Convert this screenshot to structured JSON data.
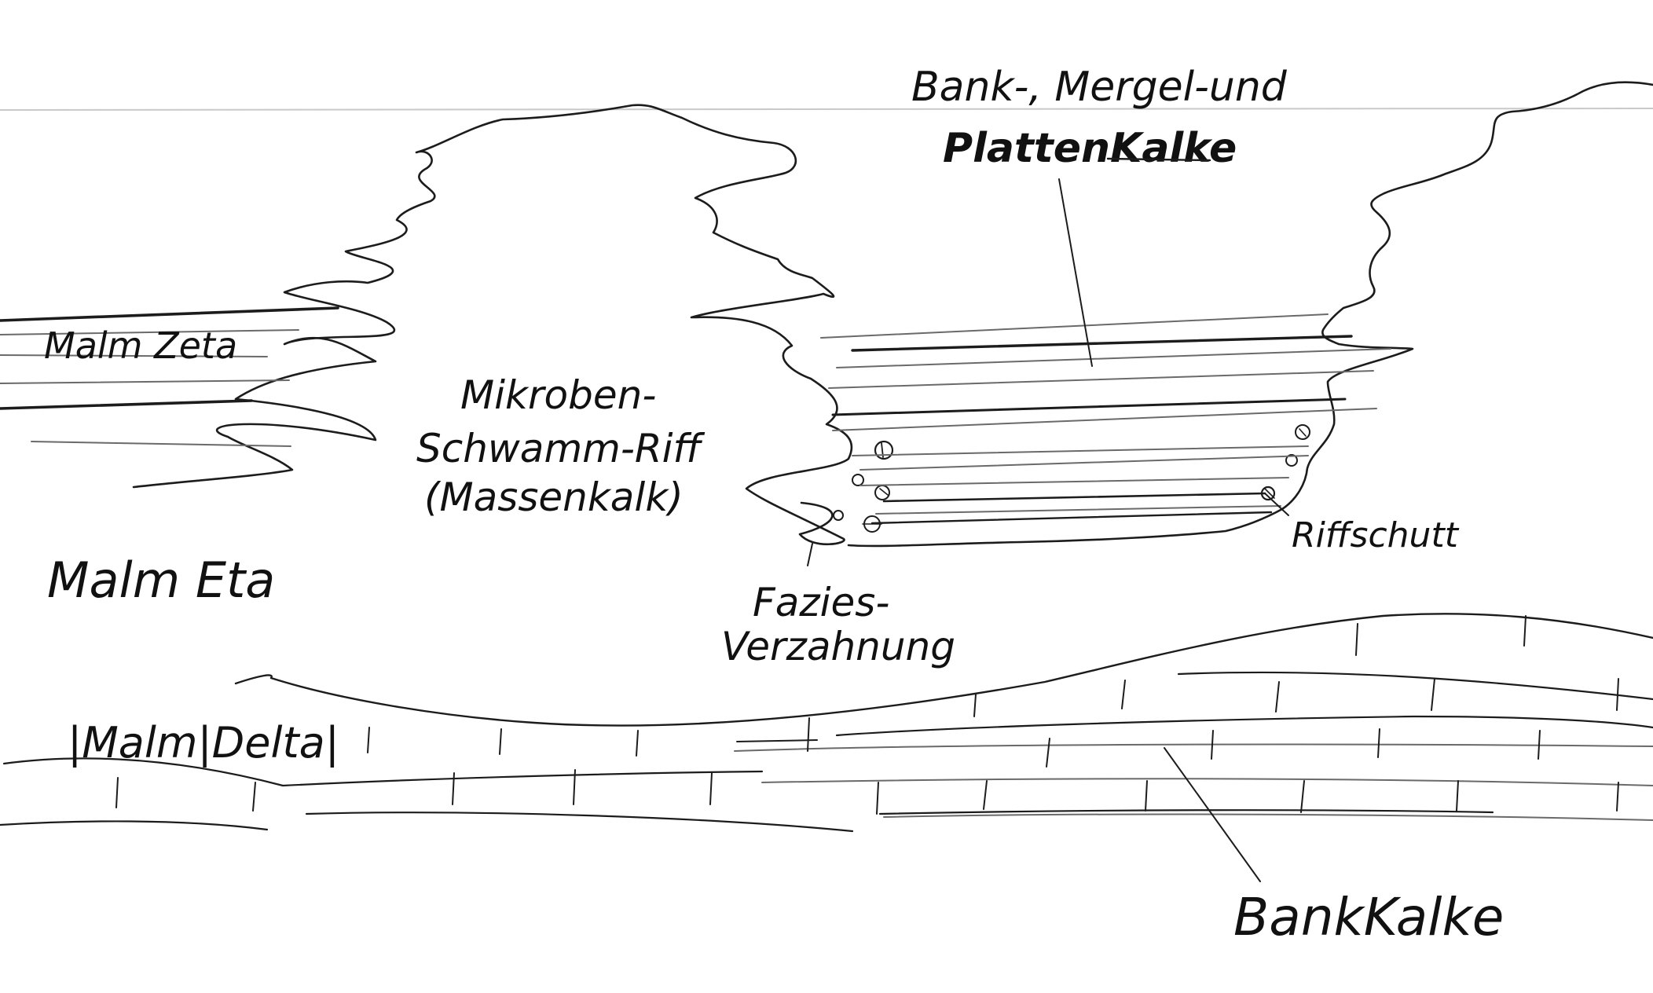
{
  "labels": {
    "bank_mergel": "Bank-, Mergel-und",
    "plattenkalke": "PlattenKalke",
    "malm_zeta": "Malm Zeta",
    "mikroben": "Mikroben-",
    "schwamm_riff": "Schwamm-Riff",
    "massenkalk": "(Massenkalk)",
    "riffschutt": "Riffschutt",
    "malm_eta": "Malm Eta",
    "fazies": "Fazies-",
    "verzahnung": "Verzahnung",
    "malm_delta": "|Malm|Delta|",
    "bankkalke": "BankKalke"
  },
  "colors": {
    "ink": "#1c1c1c",
    "ink_light": "#6a6a6a",
    "paper": "#ffffff"
  }
}
